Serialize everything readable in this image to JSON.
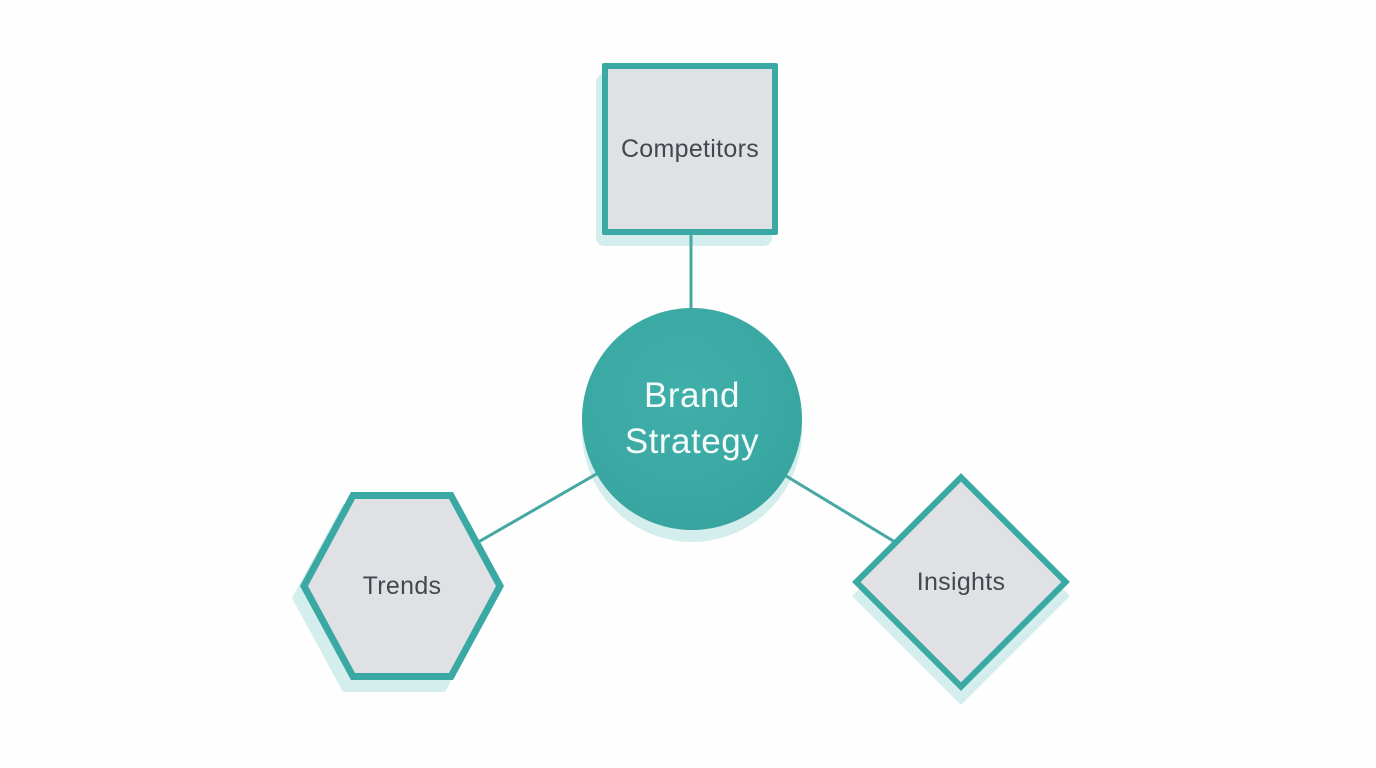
{
  "diagram": {
    "center_node": {
      "id": "brand-strategy",
      "label": "Brand Strategy",
      "shape": "circle",
      "position": "center"
    },
    "nodes": [
      {
        "id": "competitors",
        "label": "Competitors",
        "shape": "square",
        "position": "top"
      },
      {
        "id": "trends",
        "label": "Trends",
        "shape": "hexagon",
        "position": "bottom-left"
      },
      {
        "id": "insights",
        "label": "Insights",
        "shape": "diamond",
        "position": "bottom-right"
      }
    ],
    "connectors": [
      {
        "from": "brand-strategy",
        "to": "competitors"
      },
      {
        "from": "brand-strategy",
        "to": "trends"
      },
      {
        "from": "brand-strategy",
        "to": "insights"
      }
    ],
    "colors": {
      "teal": "#3aa8a3",
      "light_teal_shadow": "#d3eeec",
      "node_fill": "#dfe1e5",
      "node_text": "#43484e",
      "center_text": "#f5fbfb",
      "connector": "#45a8a3",
      "background": "#fefefe"
    }
  }
}
